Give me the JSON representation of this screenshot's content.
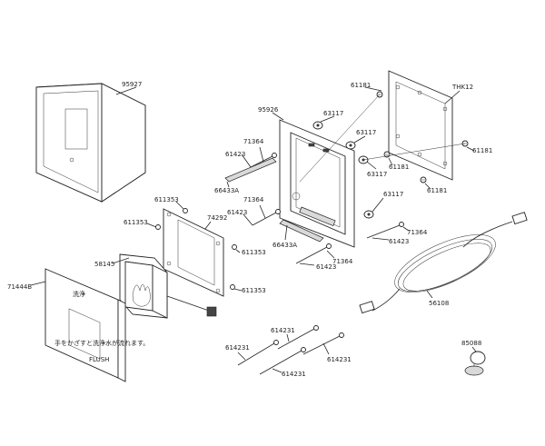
{
  "diagram": {
    "labels": {
      "p95927": "95927",
      "p95926": "95926",
      "pTHK12": "THK12",
      "p61181_a": "61181",
      "p61181_b": "61181",
      "p61181_c": "61181",
      "p61181_d": "61181",
      "p63117_a": "63117",
      "p63117_b": "63117",
      "p63117_c": "63117",
      "p63117_d": "63117",
      "p71364_a": "71364",
      "p71364_b": "71364",
      "p71364_c": "71364",
      "p71364_d": "71364",
      "p61423_a": "61423",
      "p61423_b": "61423",
      "p61423_c": "61423",
      "p61423_d": "61423",
      "p66433A_a": "66433A",
      "p66433A_b": "66433A",
      "p611353_a": "611353",
      "p611353_b": "611353",
      "p611353_c": "611353",
      "p611353_d": "611353",
      "p74292": "74292",
      "p58145": "58145",
      "p71444B": "71444B",
      "p56108": "56108",
      "p614231_a": "614231",
      "p614231_b": "614231",
      "p614231_c": "614231",
      "p614231_d": "614231",
      "p85088": "85088"
    },
    "panel_text": {
      "kanji": "洗浄",
      "line1": "手をかざすと洗浄水が流れます。",
      "line2": "FLUSH"
    }
  }
}
